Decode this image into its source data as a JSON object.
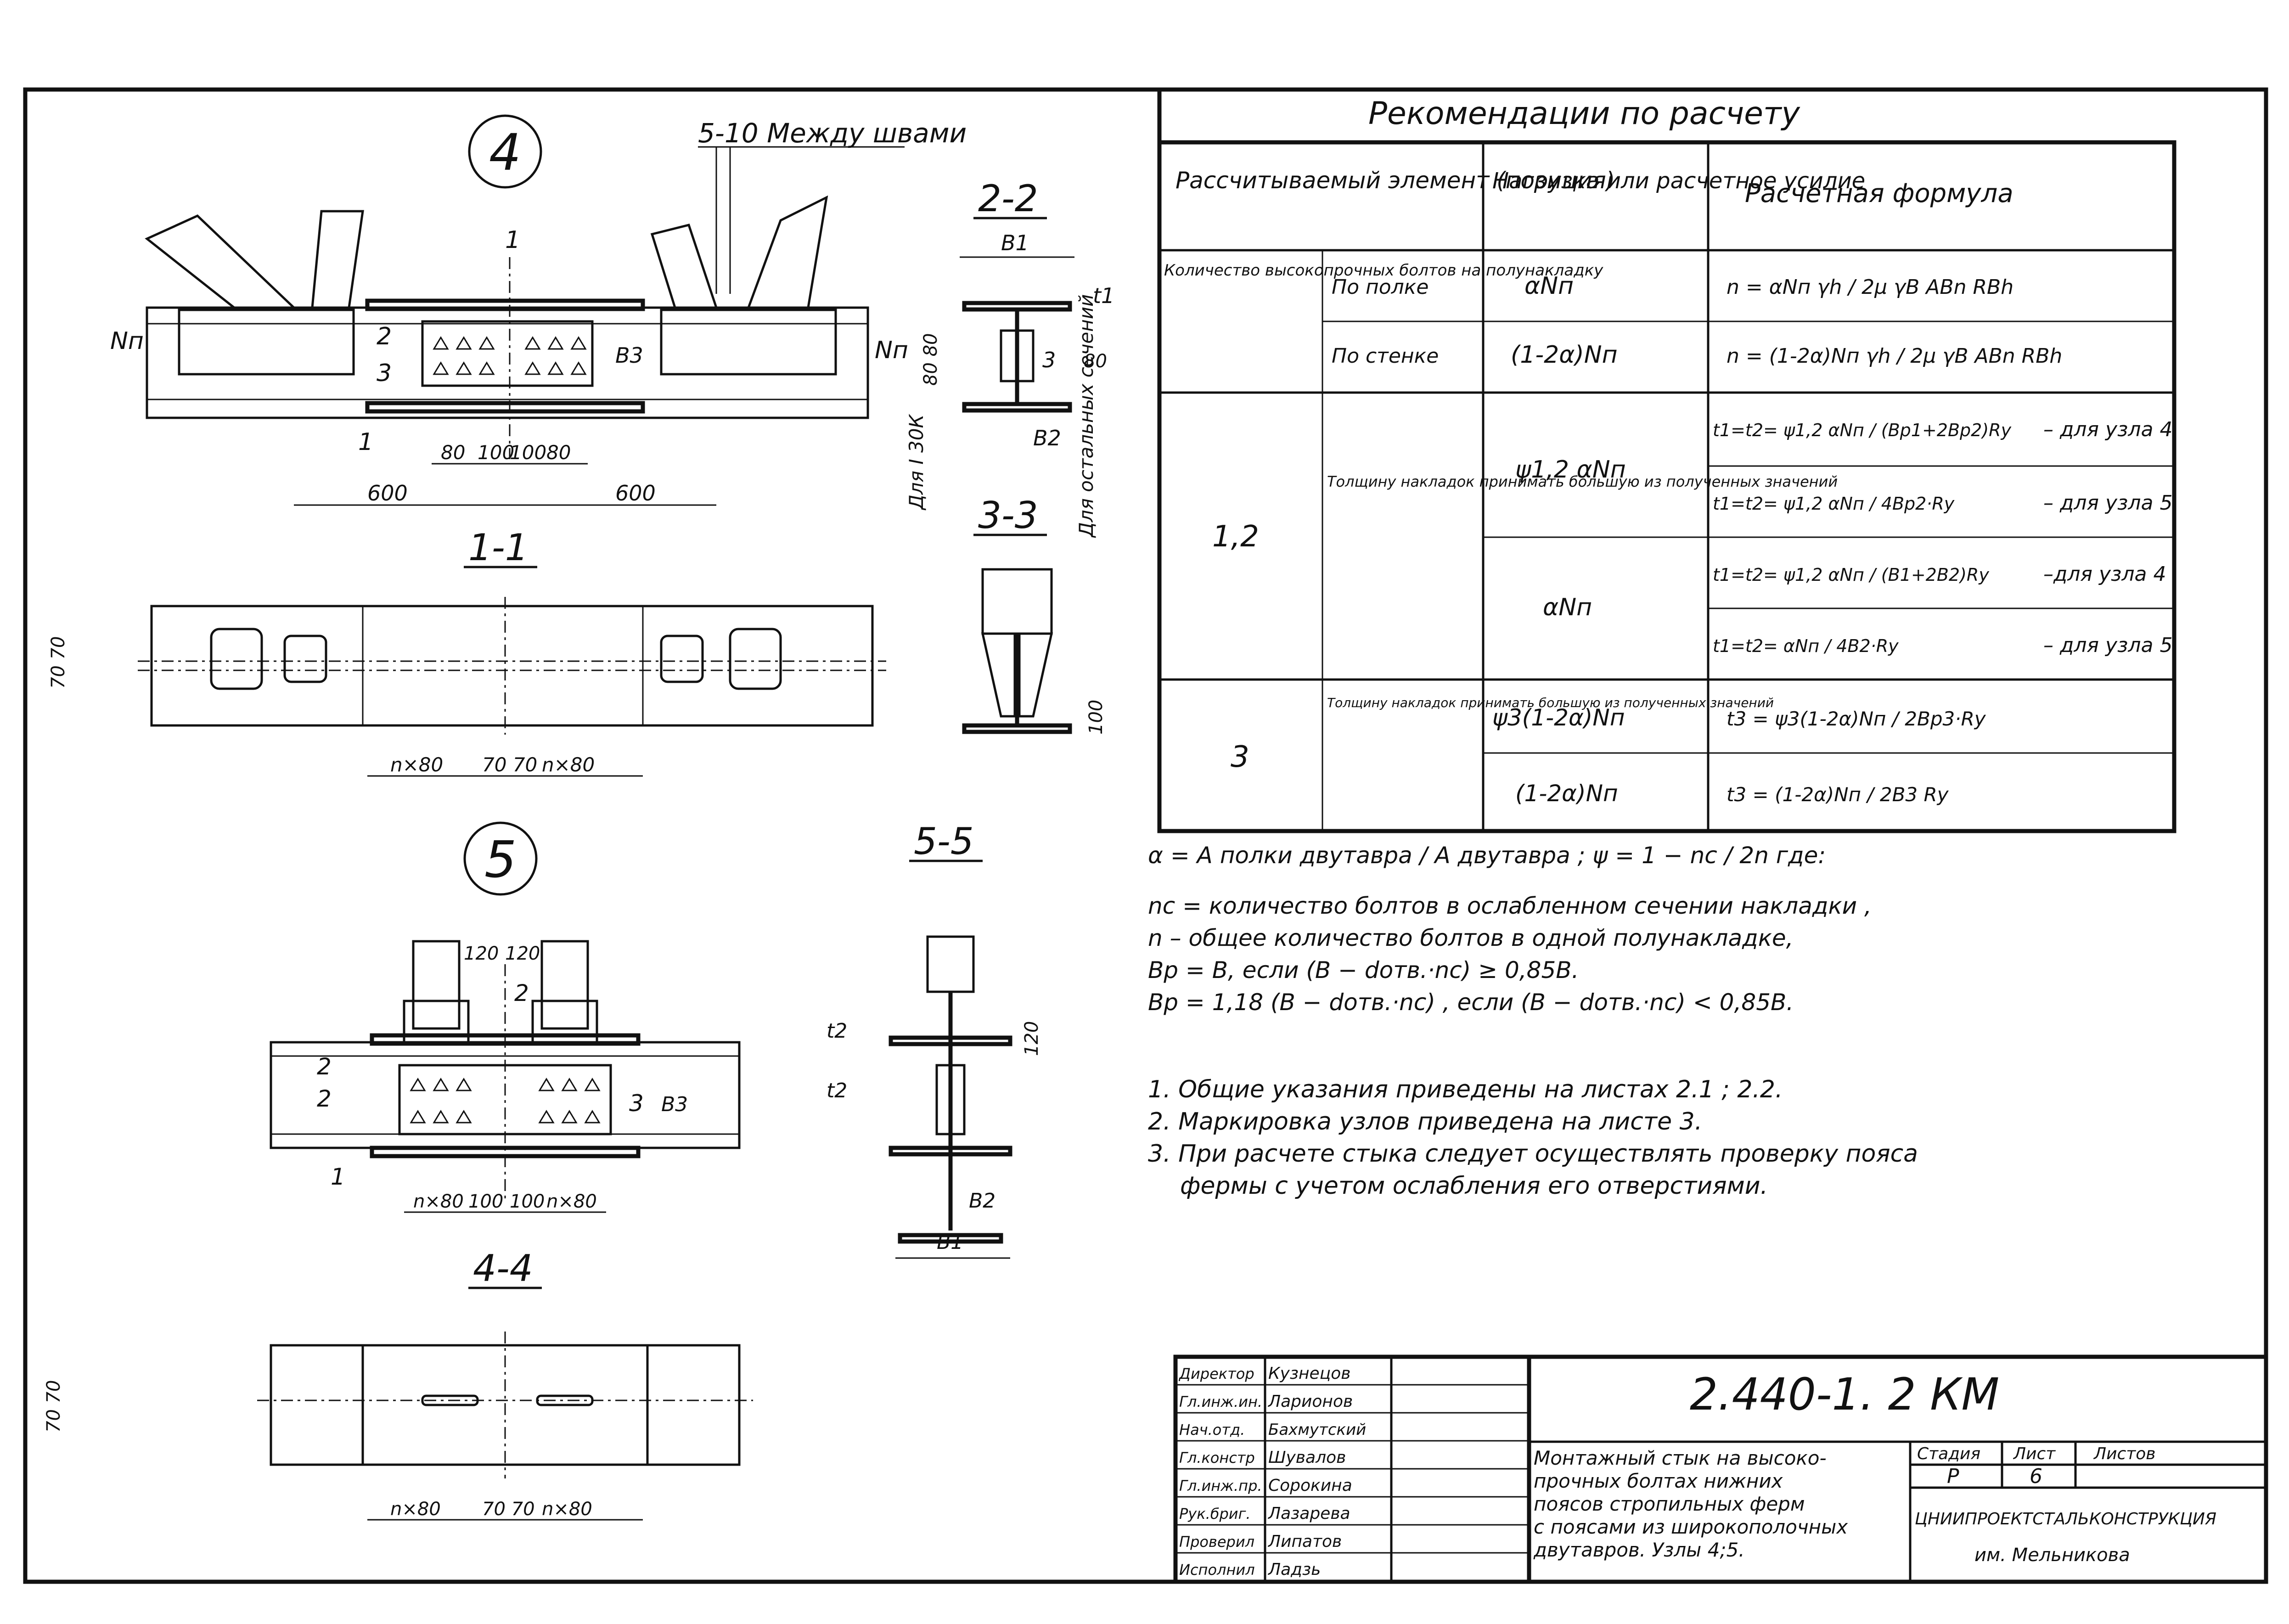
{
  "recommendations": {
    "title": "Рекомендации по расчету",
    "headers": [
      "Рассчитываемый элемент (позиция)",
      "Нагрузка или расчетное усилие",
      "Расчетная формула"
    ],
    "rows": [
      {
        "element": "Количество высокопрочных болтов на полунакладку",
        "sub": "По полке",
        "load": "αNп",
        "formula": "n = αNп γh / 2μ γB ABn RBh"
      },
      {
        "element": "",
        "sub": "По стенке",
        "load": "(1-2α)Nп",
        "formula": "n = (1-2α)Nп γh / 2μ γB ABn RBh"
      },
      {
        "element": "1,2",
        "sub": "Толщину накладок принимать большую из полученных значений",
        "load": "ψ1,2 αNп",
        "formula": "t1=t2= ψ1,2 αNп / (Bp1+2Bp2)Ry",
        "note": "– для узла 4"
      },
      {
        "element": "",
        "sub": "",
        "load": "",
        "formula": "t1=t2= ψ1,2 αNп / 4Bp2·Ry",
        "note": "– для узла 5"
      },
      {
        "element": "",
        "sub": "",
        "load": "αNп",
        "formula": "t1=t2= ψ1,2 αNп / (B1+2B2)Ry",
        "note": "–для узла 4"
      },
      {
        "element": "",
        "sub": "",
        "load": "",
        "formula": "t1=t2= αNп / 4B2·Ry",
        "note": "– для узла 5"
      },
      {
        "element": "3",
        "sub": "Толщину накладок принимать большую из полученных значений",
        "load": "ψ3(1-2α)Nп",
        "formula": "t3 = ψ3(1-2α)Nп / 2Bp3·Ry",
        "note": ""
      },
      {
        "element": "",
        "sub": "",
        "load": "(1-2α)Nп",
        "formula": "t3 = (1-2α)Nп / 2B3 Ry",
        "note": ""
      }
    ]
  },
  "definitions": [
    "α = A полки двутавра / A двутавра ;   ψ = 1 − nc / 2n   где:",
    "nc = количество болтов в ослабленном сечении накладки ,",
    "n – общее количество болтов в одной полунакладке,",
    "Bp = B,  если (B − dотв.·nc) ≥ 0,85B.",
    "Bp = 1,18 (B − dотв.·nc) , если (B − dотв.·nc) < 0,85B."
  ],
  "notes": [
    "1. Общие указания приведены на листах 2.1 ; 2.2.",
    "2. Маркировка узлов приведена на листе 3.",
    "3. При расчете стыка следует осуществлять проверку пояса",
    "фермы с учетом ослабления его отверстиями."
  ],
  "drawing_labels": {
    "node4": "4",
    "node5": "5",
    "weld_note": "5-10 Между швами",
    "sec11": "1-1",
    "sec22": "2-2",
    "sec33": "3-3",
    "sec44": "4-4",
    "sec55": "5-5",
    "force": "Nп",
    "dims_600": "600",
    "dims_row": [
      "80",
      "100",
      "100",
      "80"
    ],
    "dims_n80": "n×80",
    "dims_70": "70",
    "dims_7070": "70 70",
    "dims_120": "120",
    "dims_100": "100",
    "dims_80": "80",
    "dims_8080": "80 80",
    "b1": "B1",
    "b2": "B2",
    "b3": "B3",
    "t1": "t1",
    "t2": "t2",
    "pos": [
      "1",
      "2",
      "3"
    ],
    "for_i30k": "Для I 30К",
    "for_other": "Для остальных сечений"
  },
  "title_block": {
    "code": "2.440-1. 2 КМ",
    "staff": [
      {
        "role": "Директор",
        "name": "Кузнецов"
      },
      {
        "role": "Гл.инж.ин.",
        "name": "Ларионов"
      },
      {
        "role": "Нач.отд.",
        "name": "Бахмутский"
      },
      {
        "role": "Гл.констр",
        "name": "Шувалов"
      },
      {
        "role": "Гл.инж.пр.",
        "name": "Сорокина"
      },
      {
        "role": "Рук.бриг.",
        "name": "Лазарева"
      },
      {
        "role": "Проверил",
        "name": "Липатов"
      },
      {
        "role": "Исполнил",
        "name": "Ладзь"
      }
    ],
    "description": [
      "Монтажный стык на высоко-",
      "прочных болтах нижних",
      "поясов стропильных ферм",
      "с поясами из широкополочных",
      "двутавров. Узлы 4;5."
    ],
    "stage_label": "Стадия",
    "sheet_label": "Лист",
    "sheets_label": "Листов",
    "stage": "Р",
    "sheet": "6",
    "org": "ЦНИИПРОЕКТСТАЛЬКОНСТРУКЦИЯ",
    "org2": "им. Мельникова"
  }
}
